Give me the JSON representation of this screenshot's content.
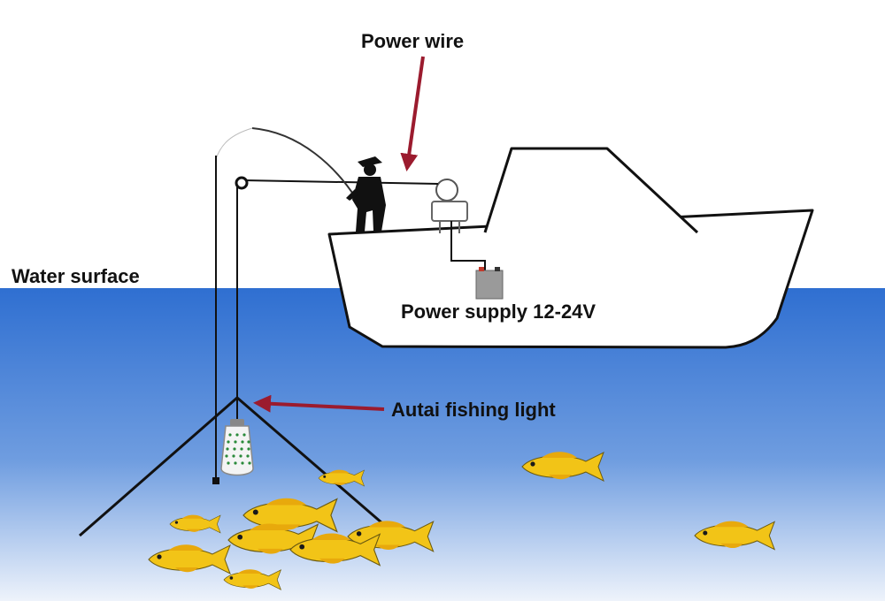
{
  "labels": {
    "power_wire": "Power wire",
    "water_surface": "Water surface",
    "power_supply": "Power supply 12-24V",
    "fishing_light": "Autai fishing light"
  },
  "colors": {
    "water_top": "#2f6fd1",
    "water_bottom": "#eef3fb",
    "arrow": "#9b1b2e",
    "fish_body": "#f2c417",
    "fish_fin": "#e8a90c",
    "battery": "#9a9a9a",
    "battery_terminal": "#c0392b"
  },
  "icons": {
    "fisherman": "fisherman-silhouette",
    "boat": "boat-outline",
    "lamp": "fishing-lamp-icon",
    "battery": "battery-icon",
    "pulley": "pulley-icon",
    "fish": "fish-icon"
  }
}
